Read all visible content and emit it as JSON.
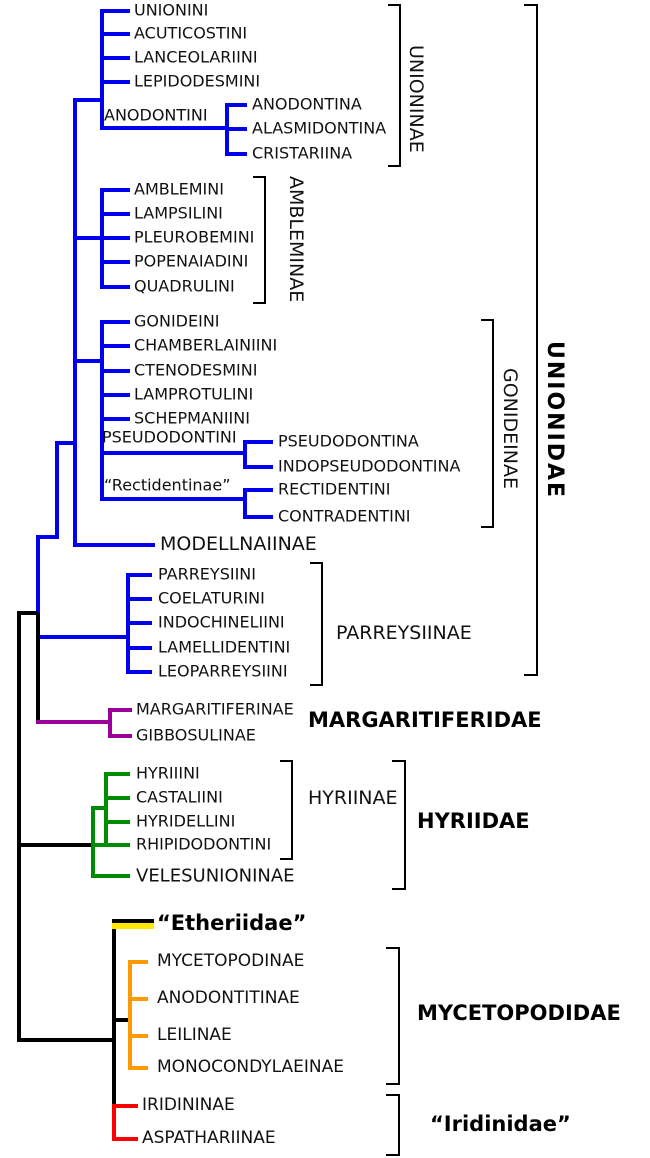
{
  "colors": {
    "unionidae_branches": "#0000EE",
    "margaritiferidae_branches": "#990099",
    "hyriidae_branches": "#008C00",
    "mycetopodidae_branches": "#FF9900",
    "iridinidae_branches": "#FF0000",
    "etheriidae_highlight": "#FFE800",
    "backbone_branches": "#000000"
  },
  "tree": {
    "unionidae": {
      "family_label": "UNIONIDAE",
      "unioninae": {
        "bracket_label": "UNIONINAE",
        "tribes": [
          "UNIONINI",
          "ACUTICOSTINI",
          "LANCEOLARIINI",
          "LEPIDODESMINI"
        ],
        "anodontini": "ANODONTINI",
        "anodontini_subtribes": [
          "ANODONTINA",
          "ALASMIDONTINA",
          "CRISTARIINA"
        ]
      },
      "ambleminae": {
        "bracket_label": "AMBLEMINAE",
        "tribes": [
          "AMBLEMINI",
          "LAMPSILINI",
          "PLEUROBEMINI",
          "POPENAIADINI",
          "QUADRULINI"
        ]
      },
      "gonideinae": {
        "bracket_label": "GONIDEINAE",
        "tribes": [
          "GONIDEINI",
          "CHAMBERLAINIINI",
          "CTENODESMINI",
          "LAMPROTULINI",
          "SCHEPMANIINI"
        ],
        "pseudodontini": "PSEUDODONTINI",
        "pseudodontini_subtribes": [
          "PSEUDODONTINA",
          "INDOPSEUDODONTINA"
        ],
        "rectidentinae": "“Rectidentinae”",
        "rectidentinae_tribes": [
          "RECTIDENTINI",
          "CONTRADENTINI"
        ]
      },
      "modellnaiinae": "MODELLNAIINAE",
      "parreysiinae": {
        "bracket_label": "PARREYSIINAE",
        "tribes": [
          "PARREYSIINI",
          "COELATURINI",
          "INDOCHINELIINI",
          "LAMELLIDENTINI",
          "LEOPARREYSIINI"
        ]
      }
    },
    "margaritiferidae": {
      "family_label": "MARGARITIFERIDAE",
      "subfamilies": [
        "MARGARITIFERINAE",
        "GIBBOSULINAE"
      ]
    },
    "hyriidae": {
      "family_label": "HYRIIDAE",
      "hyriinae_label": "HYRIINAE",
      "hyriinae_tribes": [
        "HYRIIINI",
        "CASTALIINI",
        "HYRIDELLINI",
        "RHIPIDODONTINI"
      ],
      "velesunioninae": "VELESUNIONINAE"
    },
    "etheriidae": {
      "family_label": "“Etheriidae”"
    },
    "mycetopodidae": {
      "family_label": "MYCETOPODIDAE",
      "subfamilies": [
        "MYCETOPODINAE",
        "ANODONTITINAE",
        "LEILINAE",
        "MONOCONDYLAEINAE"
      ]
    },
    "iridinidae": {
      "family_label": "“Iridinidae”",
      "subfamilies": [
        "IRIDININAE",
        "ASPATHARIINAE"
      ]
    }
  }
}
